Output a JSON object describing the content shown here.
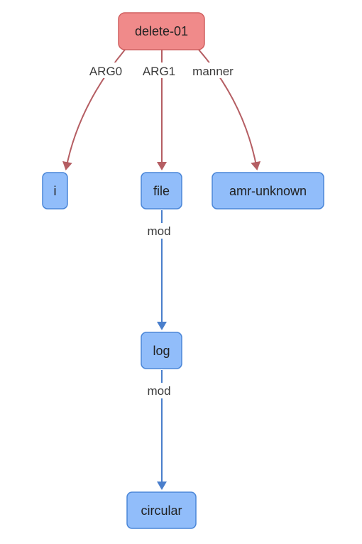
{
  "colors": {
    "root_fill": "#F08A8A",
    "root_stroke": "#D06060",
    "node_fill": "#91BDFA",
    "node_stroke": "#4A86D8",
    "root_edge": "#B55E63",
    "child_edge": "#4A7FCC"
  },
  "nodes": {
    "root": {
      "label": "delete-01"
    },
    "i": {
      "label": "i"
    },
    "file": {
      "label": "file"
    },
    "amr_unknown": {
      "label": "amr-unknown"
    },
    "log": {
      "label": "log"
    },
    "circular": {
      "label": "circular"
    }
  },
  "edges": {
    "root_i": {
      "label": "ARG0"
    },
    "root_file": {
      "label": "ARG1"
    },
    "root_amr_unknown": {
      "label": "manner"
    },
    "file_log": {
      "label": "mod"
    },
    "log_circular": {
      "label": "mod"
    }
  }
}
